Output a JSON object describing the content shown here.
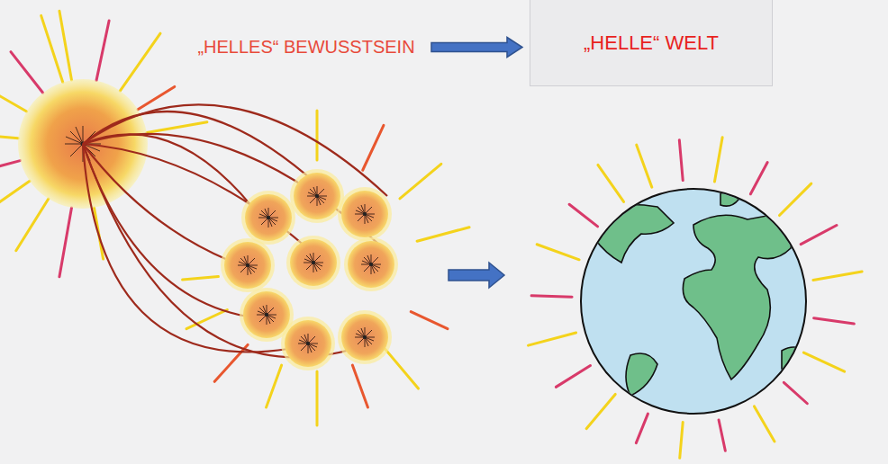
{
  "diagram": {
    "nodes": [
      {
        "text": [
          "„HELLES“ BEWUSSTSEIN"
        ]
      },
      {
        "text": [
          "„HELLE“ WELT"
        ]
      }
    ],
    "edges": [
      {
        "from": 0,
        "to": 1,
        "arrow": "to"
      }
    ]
  }
}
